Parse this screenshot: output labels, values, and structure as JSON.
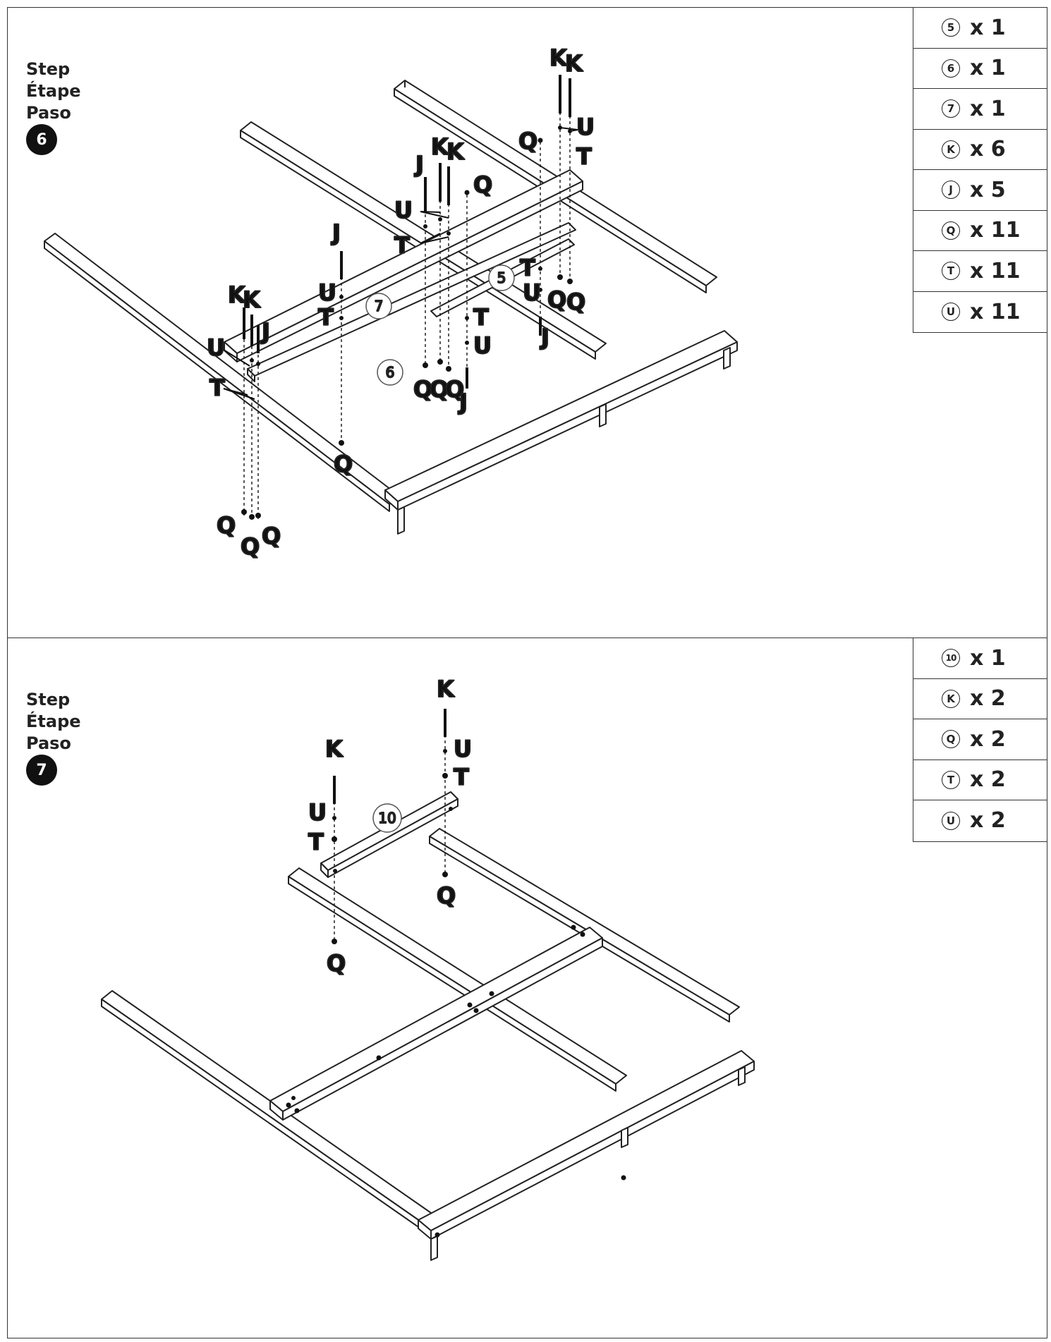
{
  "step6": {
    "label_en": "Step",
    "label_fr": "Étape",
    "label_es": "Paso",
    "number": "6",
    "parts": [
      {
        "id": "5",
        "qty": "x 1"
      },
      {
        "id": "6",
        "qty": "x 1"
      },
      {
        "id": "7",
        "qty": "x 1"
      },
      {
        "id": "K",
        "qty": "x 6"
      },
      {
        "id": "J",
        "qty": "x 5"
      },
      {
        "id": "Q",
        "qty": "x 11"
      },
      {
        "id": "T",
        "qty": "x 11"
      },
      {
        "id": "U",
        "qty": "x 11"
      }
    ],
    "part_callouts": [
      "5",
      "6",
      "7"
    ],
    "hardware": {
      "K": "K",
      "J": "J",
      "Q": "Q",
      "T": "T",
      "U": "U"
    }
  },
  "step7": {
    "label_en": "Step",
    "label_fr": "Étape",
    "label_es": "Paso",
    "number": "7",
    "parts": [
      {
        "id": "10",
        "qty": "x 1"
      },
      {
        "id": "K",
        "qty": "x 2"
      },
      {
        "id": "Q",
        "qty": "x 2"
      },
      {
        "id": "T",
        "qty": "x 2"
      },
      {
        "id": "U",
        "qty": "x 2"
      }
    ],
    "part_callouts": [
      "10"
    ],
    "hardware": {
      "K": "K",
      "Q": "Q",
      "T": "T",
      "U": "U"
    }
  }
}
